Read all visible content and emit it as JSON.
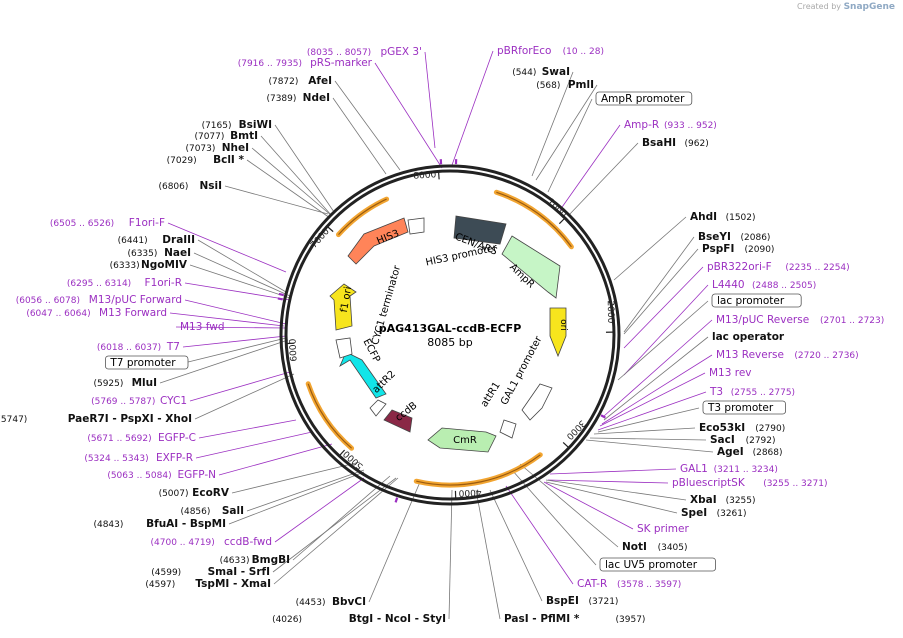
{
  "plasmid": {
    "name": "pAG413GAL-ccdB-ECFP",
    "size": "8085 bp"
  },
  "watermark": {
    "prefix": "Created by",
    "brand": "SnapGene"
  },
  "colors": {
    "backbone": "#222222",
    "primer": "#9b2fc1",
    "enzyme": "#111111",
    "hilite_feature": "#f2a531",
    "label_box_border": "#555555",
    "primer_box": "#e2b4f2",
    "operator_box": "#a6d1de"
  },
  "ticks": [
    "1000",
    "2000",
    "3000",
    "4000",
    "5000",
    "6000",
    "7000",
    "8000"
  ],
  "features": [
    {
      "id": "cen",
      "label": "CEN/ARS",
      "color": "#3d4b55"
    },
    {
      "id": "ampr",
      "label": "AmpR",
      "color": "#c6f5c6"
    },
    {
      "id": "ori",
      "label": "ori",
      "color": "#f7e51d"
    },
    {
      "id": "gal1",
      "label": "GAL1 promoter",
      "color": "#ffffff"
    },
    {
      "id": "attr1",
      "label": "attR1",
      "color": "#ffffff"
    },
    {
      "id": "cmr",
      "label": "CmR",
      "color": "#b9eeb1"
    },
    {
      "id": "ccdb",
      "label": "ccdB",
      "color": "#8a2846"
    },
    {
      "id": "attr2",
      "label": "attR2",
      "color": "#ffffff"
    },
    {
      "id": "ecfp",
      "label": "ECFP",
      "color": "#11e5e8"
    },
    {
      "id": "cyc1",
      "label": "CYC1 terminator",
      "color": "#ffffff"
    },
    {
      "id": "f1ori",
      "label": "f1 ori",
      "color": "#f7e51d"
    },
    {
      "id": "his3",
      "label": "HIS3",
      "color": "#ff8459"
    },
    {
      "id": "his3p",
      "label": "HIS3 promoter",
      "color": "#ffffff"
    }
  ],
  "labels": [
    {
      "name": "pGEX 3'",
      "pos": "(8035 .. 8057)",
      "kind": "primer"
    },
    {
      "name": "pBRforEco",
      "pos": "(10 .. 28)",
      "kind": "primer"
    },
    {
      "name": "pRS-marker",
      "pos": "(7916 .. 7935)",
      "kind": "primer"
    },
    {
      "name": "SwaI",
      "pos": "(544)",
      "kind": "enzyme"
    },
    {
      "name": "AfeI",
      "pos": "(7872)",
      "kind": "enzyme"
    },
    {
      "name": "PmlI",
      "pos": "(568)",
      "kind": "enzyme"
    },
    {
      "name": "AmpR promoter",
      "pos": "",
      "kind": "box"
    },
    {
      "name": "NdeI",
      "pos": "(7389)",
      "kind": "enzyme"
    },
    {
      "name": "Amp-R",
      "pos": "(933 .. 952)",
      "kind": "primer"
    },
    {
      "name": "BsiWI",
      "pos": "(7165)",
      "kind": "enzyme"
    },
    {
      "name": "BsaHI",
      "pos": "(962)",
      "kind": "enzyme"
    },
    {
      "name": "BmtI",
      "pos": "(7077)",
      "kind": "enzyme"
    },
    {
      "name": "NheI",
      "pos": "(7073)",
      "kind": "enzyme"
    },
    {
      "name": "BclI *",
      "pos": "(7029)",
      "kind": "enzyme"
    },
    {
      "name": "NsiI",
      "pos": "(6806)",
      "kind": "enzyme"
    },
    {
      "name": "AhdI",
      "pos": "(1502)",
      "kind": "enzyme"
    },
    {
      "name": "F1ori-F",
      "pos": "(6505 .. 6526)",
      "kind": "primer"
    },
    {
      "name": "BseYI",
      "pos": "(2086)",
      "kind": "enzyme"
    },
    {
      "name": "DraIII",
      "pos": "(6441)",
      "kind": "enzyme"
    },
    {
      "name": "PspFI",
      "pos": "(2090)",
      "kind": "enzyme"
    },
    {
      "name": "NaeI",
      "pos": "(6335)",
      "kind": "enzyme"
    },
    {
      "name": "pBR322ori-F",
      "pos": "(2235 .. 2254)",
      "kind": "primer"
    },
    {
      "name": "NgoMIV",
      "pos": "(6333)",
      "kind": "enzyme"
    },
    {
      "name": "F1ori-R",
      "pos": "(6295 .. 6314)",
      "kind": "primer"
    },
    {
      "name": "L4440",
      "pos": "(2488 .. 2505)",
      "kind": "primer"
    },
    {
      "name": "lac promoter",
      "pos": "",
      "kind": "box"
    },
    {
      "name": "M13/pUC Forward",
      "pos": "(6056 .. 6078)",
      "kind": "primer"
    },
    {
      "name": "M13 Forward",
      "pos": "(6047 .. 6064)",
      "kind": "primer"
    },
    {
      "name": "M13/pUC Reverse",
      "pos": "(2701 .. 2723)",
      "kind": "primer"
    },
    {
      "name": "M13 fwd",
      "pos": "",
      "kind": "primerbox"
    },
    {
      "name": "lac operator",
      "pos": "",
      "kind": "opbox"
    },
    {
      "name": "T7",
      "pos": "(6018 .. 6037)",
      "kind": "primer"
    },
    {
      "name": "M13 Reverse",
      "pos": "(2720 .. 2736)",
      "kind": "primer"
    },
    {
      "name": "T7 promoter",
      "pos": "",
      "kind": "box"
    },
    {
      "name": "M13 rev",
      "pos": "",
      "kind": "primerbox"
    },
    {
      "name": "MluI",
      "pos": "(5925)",
      "kind": "enzyme"
    },
    {
      "name": "T3",
      "pos": "(2755 .. 2775)",
      "kind": "primer"
    },
    {
      "name": "CYC1",
      "pos": "(5769 .. 5787)",
      "kind": "primer"
    },
    {
      "name": "T3 promoter",
      "pos": "",
      "kind": "box"
    },
    {
      "name": "PaeR7I  - PspXI  - XhoI",
      "pos": "(5747)",
      "kind": "enzyme"
    },
    {
      "name": "Eco53kI",
      "pos": "(2790)",
      "kind": "enzyme"
    },
    {
      "name": "SacI",
      "pos": "(2792)",
      "kind": "enzyme"
    },
    {
      "name": "EGFP-C",
      "pos": "(5671 .. 5692)",
      "kind": "primer"
    },
    {
      "name": "AgeI",
      "pos": "(2868)",
      "kind": "enzyme"
    },
    {
      "name": "EXFP-R",
      "pos": "(5324 .. 5343)",
      "kind": "primer"
    },
    {
      "name": "GAL1",
      "pos": "(3211 .. 3234)",
      "kind": "primer"
    },
    {
      "name": "EGFP-N",
      "pos": "(5063 .. 5084)",
      "kind": "primer"
    },
    {
      "name": "pBluescriptSK",
      "pos": "(3255 .. 3271)",
      "kind": "primer"
    },
    {
      "name": "EcoRV",
      "pos": "(5007)",
      "kind": "enzyme"
    },
    {
      "name": "XbaI",
      "pos": "(3255)",
      "kind": "enzyme"
    },
    {
      "name": "SalI",
      "pos": "(4856)",
      "kind": "enzyme"
    },
    {
      "name": "SpeI",
      "pos": "(3261)",
      "kind": "enzyme"
    },
    {
      "name": "BfuAI  - BspMI",
      "pos": "(4843)",
      "kind": "enzyme"
    },
    {
      "name": "SK primer",
      "pos": "",
      "kind": "primerbox"
    },
    {
      "name": "ccdB-fwd",
      "pos": "(4700 .. 4719)",
      "kind": "primer"
    },
    {
      "name": "NotI",
      "pos": "(3405)",
      "kind": "enzyme"
    },
    {
      "name": "BmgBI",
      "pos": "(4633)",
      "kind": "enzyme"
    },
    {
      "name": "lac UV5 promoter",
      "pos": "",
      "kind": "box"
    },
    {
      "name": "SmaI  - SrfI",
      "pos": "(4599)",
      "kind": "enzyme"
    },
    {
      "name": "TspMI  - XmaI",
      "pos": "(4597)",
      "kind": "enzyme"
    },
    {
      "name": "CAT-R",
      "pos": "(3578 .. 3597)",
      "kind": "primer"
    },
    {
      "name": "BbvCI",
      "pos": "(4453)",
      "kind": "enzyme"
    },
    {
      "name": "BspEI",
      "pos": "(3721)",
      "kind": "enzyme"
    },
    {
      "name": "BtgI  - NcoI  - StyI",
      "pos": "(4026)",
      "kind": "enzyme"
    },
    {
      "name": "PasI  - PflMI *",
      "pos": "(3957)",
      "kind": "enzyme"
    }
  ]
}
